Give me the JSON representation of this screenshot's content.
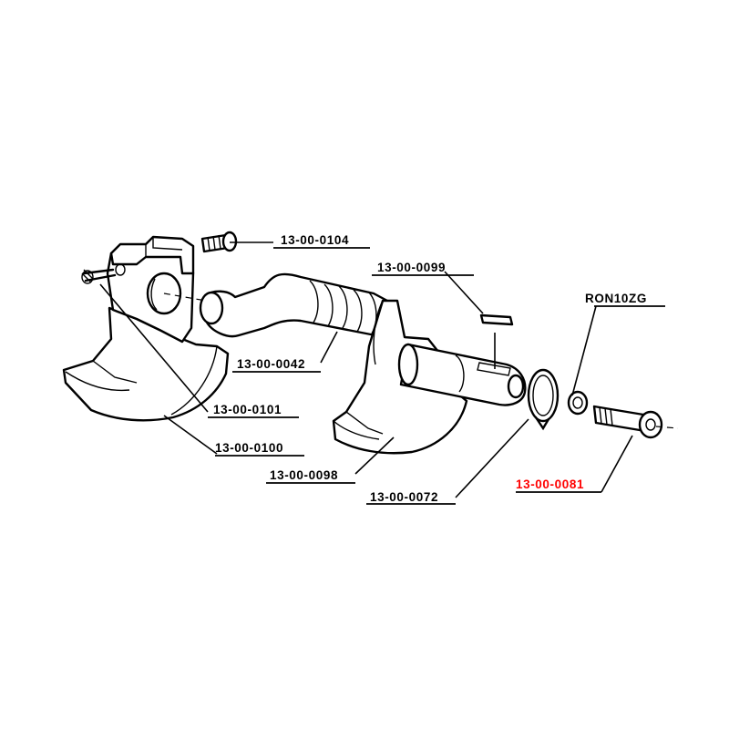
{
  "diagram": {
    "parts": [
      {
        "id": "p0104",
        "label": "13-00-0104",
        "color": "#000000"
      },
      {
        "id": "p0099",
        "label": "13-00-0099",
        "color": "#000000"
      },
      {
        "id": "pRON10ZG",
        "label": "RON10ZG",
        "color": "#000000"
      },
      {
        "id": "p0042",
        "label": "13-00-0042",
        "color": "#000000"
      },
      {
        "id": "p0101",
        "label": "13-00-0101",
        "color": "#000000"
      },
      {
        "id": "p0100",
        "label": "13-00-0100",
        "color": "#000000"
      },
      {
        "id": "p0098",
        "label": "13-00-0098",
        "color": "#000000"
      },
      {
        "id": "p0072",
        "label": "13-00-0072",
        "color": "#000000"
      },
      {
        "id": "p0081",
        "label": "13-00-0081",
        "color": "#ff0000",
        "highlighted": true
      }
    ]
  }
}
